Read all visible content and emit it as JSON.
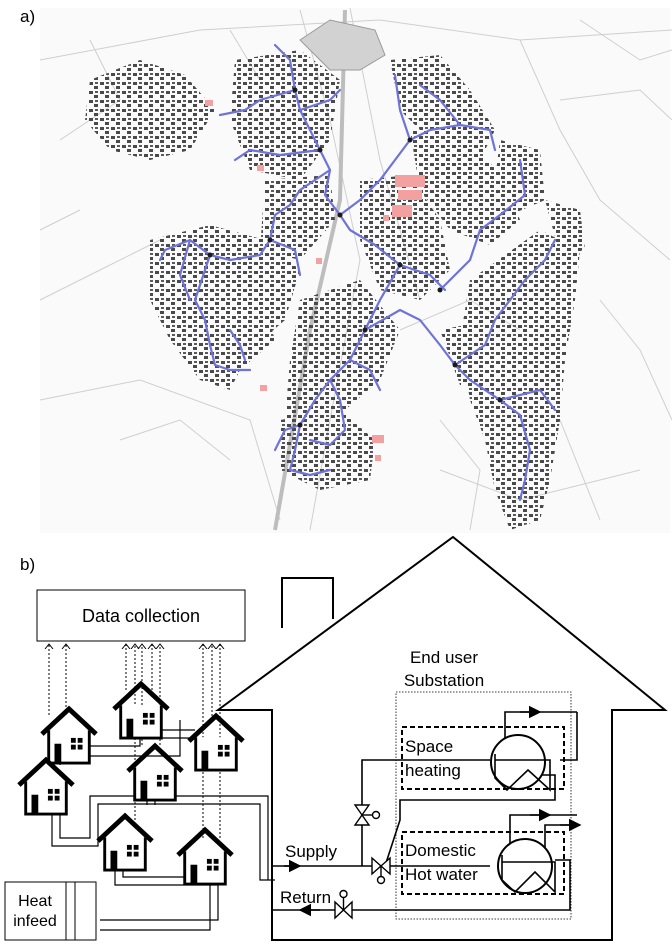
{
  "panel_a": {
    "label": "a)"
  },
  "panel_b": {
    "label": "b)",
    "data_collection": "Data collection",
    "substation_line1": "End user",
    "substation_line2": "Substation",
    "space_line1": "Space",
    "space_line2": "heating",
    "dhw_line1": "Domestic",
    "dhw_line2": "Hot water",
    "supply": "Supply",
    "return": "Return",
    "heat_line1": "Heat",
    "heat_line2": "infeed"
  },
  "colors": {
    "pipe_network": "#6f73d8",
    "highlight_buildings": "#f2a0a0",
    "buildings": "#4a4a4a",
    "street_lines": "#c8c8c8"
  }
}
